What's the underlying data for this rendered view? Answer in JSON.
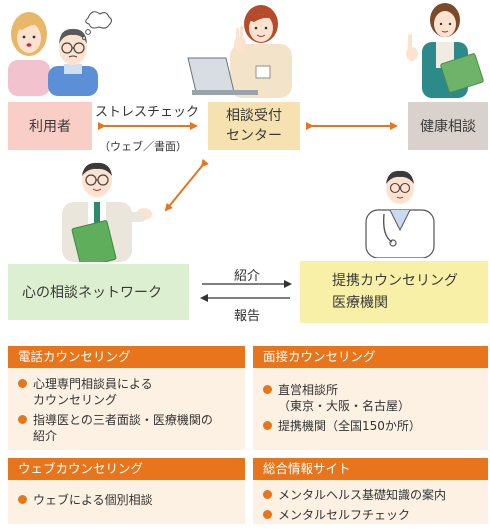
{
  "boxes": {
    "user": "利用者",
    "center_line1": "相談受付",
    "center_line2": "センター",
    "health": "健康相談",
    "network": "心の相談ネットワーク",
    "institution_line1": "提携カウンセリング",
    "institution_line2": "医療機関"
  },
  "arrows": {
    "stress_check": "ストレスチェック",
    "stress_check_sub": "（ウェブ／書面）",
    "introduction": "紹介",
    "report": "報告"
  },
  "panels": [
    {
      "title": "電話カウンセリング",
      "items": [
        {
          "text": "心理専門相談員による",
          "sub": "カウンセリング"
        },
        {
          "text": "指導医との三者面談・医療機関の",
          "sub": "紹介"
        }
      ]
    },
    {
      "title": "面接カウンセリング",
      "items": [
        {
          "text": "直営相談所",
          "sub": "（東京・大阪・名古屋）"
        },
        {
          "text": "提携機関（全国150か所）",
          "sub": ""
        }
      ]
    },
    {
      "title": "ウェブカウンセリング",
      "items": [
        {
          "text": "ウェブによる個別相談",
          "sub": ""
        }
      ]
    },
    {
      "title": "総合情報サイト",
      "items": [
        {
          "text": "メンタルヘルス基礎知識の案内",
          "sub": ""
        },
        {
          "text": "メンタルセルフチェック",
          "sub": ""
        }
      ]
    }
  ],
  "illustrations": [
    "worried-couple-illustration",
    "receptionist-laptop-illustration",
    "health-advisor-illustration",
    "network-counselor-illustration",
    "doctor-illustration"
  ],
  "colors": {
    "accent": "#e8741b",
    "user_box": "#f9cec6",
    "center_box": "#f6e2b0",
    "health_box": "#d9d2cc",
    "network_box": "#dcefd0",
    "institution_box": "#f9f0a8",
    "panel_bg": "#fdf1e4"
  }
}
